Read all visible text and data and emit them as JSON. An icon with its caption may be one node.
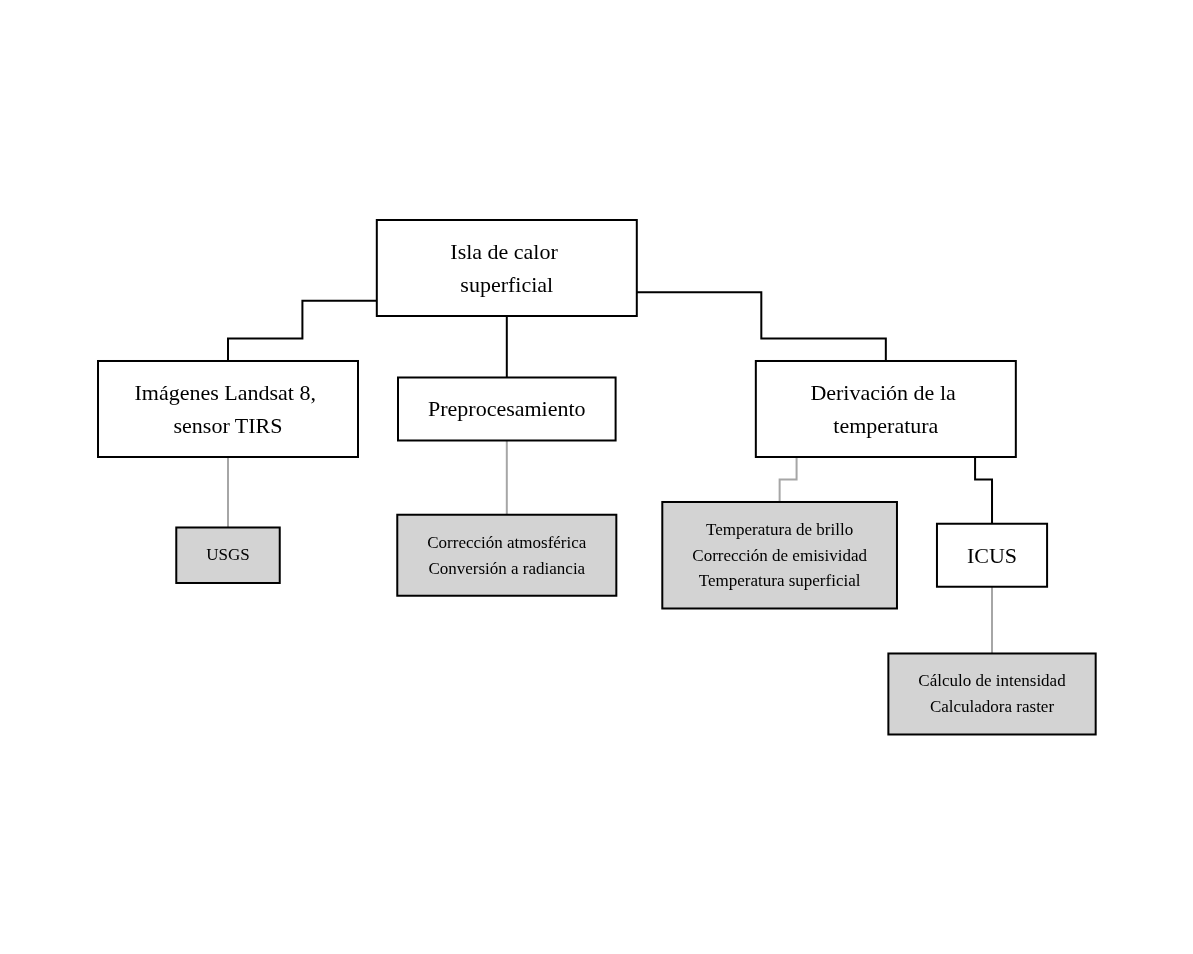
{
  "diagram": {
    "nodes": [
      {
        "text": [
          "Isla de calor superficial"
        ]
      },
      {
        "text": [
          "Imágenes Landsat 8, sensor TIRS"
        ]
      },
      {
        "text": [
          "USGS"
        ]
      },
      {
        "text": [
          "Preprocesamiento"
        ]
      },
      {
        "text": [
          "Corrección atmosférica",
          "Conversión a radiancia"
        ]
      },
      {
        "text": [
          "Derivación de la temperatura"
        ]
      },
      {
        "text": [
          "Temperatura de brillo",
          "Corrección de emisividad",
          "Temperatura superficial"
        ]
      },
      {
        "text": [
          "ICUS"
        ]
      },
      {
        "text": [
          "Cálculo de intensidad",
          "Calculadora raster"
        ]
      }
    ],
    "edges": [
      {
        "from": 0,
        "to": 1,
        "arrow": "none"
      },
      {
        "from": 0,
        "to": 3,
        "arrow": "none"
      },
      {
        "from": 0,
        "to": 5,
        "arrow": "none"
      },
      {
        "from": 1,
        "to": 2,
        "arrow": "none",
        "color": "#a6a6a6"
      },
      {
        "from": 3,
        "to": 4,
        "arrow": "none",
        "color": "#a6a6a6"
      },
      {
        "from": 5,
        "to": 6,
        "arrow": "none",
        "color": "#a6a6a6"
      },
      {
        "from": 5,
        "to": 7,
        "arrow": "none"
      },
      {
        "from": 7,
        "to": 8,
        "arrow": "none",
        "color": "#a6a6a6"
      }
    ]
  }
}
